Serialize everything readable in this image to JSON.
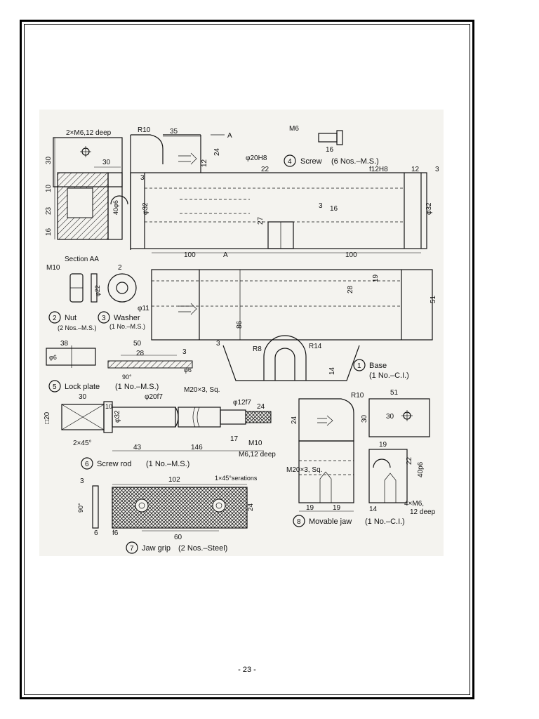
{
  "page_number": "- 23 -",
  "parts": [
    {
      "id": "1",
      "name": "Base",
      "spec": "(1 No.–C.I.)"
    },
    {
      "id": "2",
      "name": "Nut",
      "spec": "(2 Nos.–M.S.)"
    },
    {
      "id": "3",
      "name": "Washer",
      "spec": "(1 No.–M.S.)"
    },
    {
      "id": "4",
      "name": "Screw",
      "spec": "(6 Nos.–M.S.)"
    },
    {
      "id": "5",
      "name": "Lock plate",
      "spec": "(1 No.–M.S.)"
    },
    {
      "id": "6",
      "name": "Screw rod",
      "spec": "(1 No.–M.S.)"
    },
    {
      "id": "7",
      "name": "Jaw grip",
      "spec": "(2 Nos.–Steel)"
    },
    {
      "id": "8",
      "name": "Movable jaw",
      "spec": "(1 No.–C.I.)"
    }
  ],
  "labels": {
    "section_aa": "Section AA",
    "m10": "M10",
    "m6": "M6",
    "m6_12_deep_top": "2×M6,12 deep",
    "m6_12_deep": "M6,12 deep",
    "m20_sq_rod": "M20×3, Sq.",
    "m20_sq_jaw": "M20×3, Sq.",
    "serrations": "1×45°serations",
    "m6_4x": "4×M6,",
    "m6_4x_deep": "12 deep",
    "r10_a": "R10",
    "r10_b": "R10",
    "r8": "R8",
    "r14": "R14",
    "a1": "A",
    "a2": "A",
    "phi20h8": "φ20H8",
    "f12h8": "f12H8",
    "phi20f7": "φ20f7",
    "phi12f7": "φ12f7",
    "phi32_l": "φ32",
    "phi32_r": "φ32",
    "phi32_rod": "φ32",
    "phi22": "φ22",
    "phi11": "φ11",
    "phi6_lock": "φ6",
    "phi6_lock2": "φ6",
    "phi40p6": "40p6",
    "phi40_base": "40φ6",
    "sq20": "□20",
    "chamfer": "2×45°",
    "angle90a": "90°",
    "angle90b": "90°",
    "f6": "f6",
    "d35": "35",
    "d30a": "30",
    "d30b": "30",
    "d30c": "30",
    "d30d": "30",
    "d10a": "10",
    "d10b": "10",
    "d23": "23",
    "d16a": "16",
    "d16b": "16",
    "d16c": "16",
    "d24a": "24",
    "d24b": "24",
    "d24c": "24",
    "d24d": "24",
    "d12a": "12",
    "d12b": "12",
    "d22a": "22",
    "d22b": "22",
    "d3a": "3",
    "d3b": "3",
    "d3c": "3",
    "d3d": "3",
    "d3e": "3",
    "d2": "2",
    "d27": "27",
    "d100a": "100",
    "d100b": "100",
    "d28a": "28",
    "d28b": "28",
    "d19a": "19",
    "d19b": "19",
    "d19c": "19",
    "d19d": "19",
    "d51a": "51",
    "d51b": "51",
    "d86": "86",
    "d14a": "14",
    "d14b": "14",
    "d38": "38",
    "d50": "50",
    "d43": "43",
    "d146": "146",
    "d17": "17",
    "d102": "102",
    "d60": "60",
    "d6": "6"
  }
}
